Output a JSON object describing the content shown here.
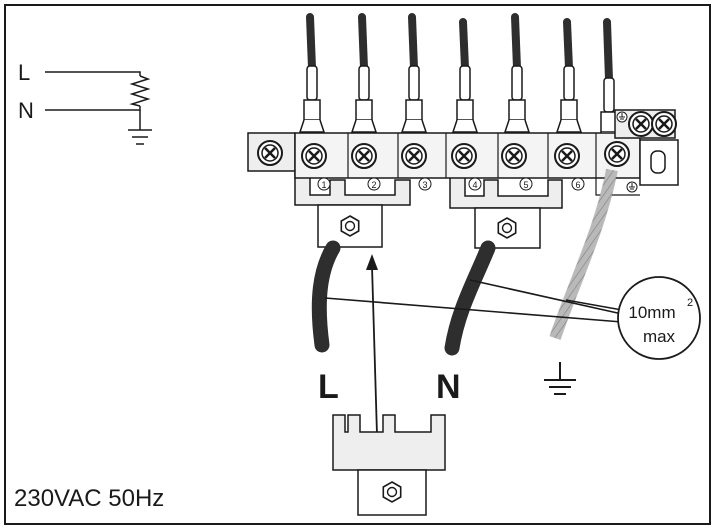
{
  "diagram": {
    "supply": {
      "line_label": "L",
      "neutral_label": "N",
      "rating": "230VAC 50Hz"
    },
    "terminal_numbers": [
      "1",
      "2",
      "3",
      "4",
      "5",
      "6"
    ],
    "cable_labels": {
      "live": "L",
      "neutral": "N"
    },
    "callout": {
      "size": "10mm",
      "superscript": "2",
      "suffix": "max"
    },
    "icons": [
      "ground-icon",
      "screw-icon",
      "resistor-icon"
    ],
    "colors": {
      "line": "#1a1a1a",
      "cable": "#2e2e2e",
      "block_fill": "#eeeeee",
      "earth_wire": "#d6d6d6"
    }
  }
}
